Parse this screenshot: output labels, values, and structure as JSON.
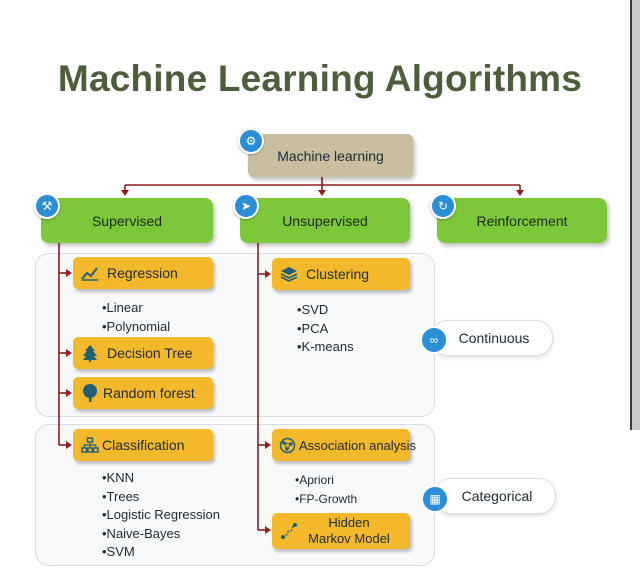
{
  "title": "Machine Learning Algorithms",
  "root": {
    "label": "Machine learning",
    "icon": "gears-icon"
  },
  "categories": {
    "supervised": {
      "label": "Supervised",
      "icon": "wrench-icon"
    },
    "unsupervised": {
      "label": "Unsupervised",
      "icon": "paper-plane-icon"
    },
    "reinforcement": {
      "label": "Reinforcement",
      "icon": "refresh-icon"
    }
  },
  "supervised": {
    "regression": {
      "label": "Regression",
      "icon": "line-chart-icon",
      "items": [
        "•Linear",
        "•Polynomial"
      ]
    },
    "decision_tree": {
      "label": "Decision Tree",
      "icon": "pine-tree-icon"
    },
    "random_forest": {
      "label": "Random forest",
      "icon": "tree-icon"
    },
    "classification": {
      "label": "Classification",
      "icon": "hierarchy-icon",
      "items": [
        "•KNN",
        "•Trees",
        "•Logistic Regression",
        "•Naive-Bayes",
        "•SVM"
      ]
    }
  },
  "unsupervised": {
    "clustering": {
      "label": "Clustering",
      "icon": "layers-icon",
      "items": [
        "•SVD",
        "•PCA",
        "•K-means"
      ]
    },
    "association": {
      "label": "Association analysis",
      "icon": "network-icon",
      "items": [
        "•Apriori",
        "•FP-Growth"
      ]
    },
    "hmm": {
      "line1": "Hidden",
      "line2": "Markov Model",
      "icon": "path-icon"
    }
  },
  "groups": {
    "continuous": {
      "label": "Continuous",
      "icon": "link-icon"
    },
    "categorical": {
      "label": "Categorical",
      "icon": "grid-icon"
    }
  },
  "colors": {
    "title": "#4e5e3c",
    "root": "#c7bf9f",
    "category": "#7dc73a",
    "algorithm": "#f3b92a",
    "connector": "#8e1f1f",
    "badge": "#2a8fd6"
  }
}
